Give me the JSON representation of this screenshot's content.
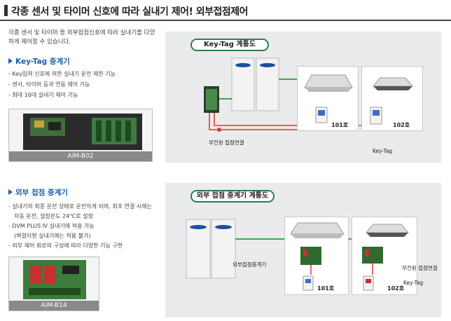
{
  "header": {
    "title": "각종 센서 및 타이머 신호에 따라 실내기 제어! 외부접점제어"
  },
  "intro": "각종 센서 및 타이머 등 외부접점신호에 따라 실내기를 다양하게 제어할 수 있습니다.",
  "section1": {
    "title": "Key-Tag 중계기",
    "bullets": [
      "- Key입력 신호에 의한 실내기 운전 제한 기능",
      "- 센서, 타이머 등과 연동 제어 기능",
      "- 최대 16대 실내기 제어 기능"
    ],
    "product_caption": "AIM-B02",
    "diagram_title": "Key-Tag 계통도",
    "labels": {
      "room1": "101호",
      "room2": "102호",
      "wireless": "무전원 접점연결",
      "keytag": "Key-Tag"
    }
  },
  "section2": {
    "title": "외부 접점 중계기",
    "bullets": [
      "- 실내기의 최종 운전 상태로 운전하게 되며, 최초 연결 시에는",
      "자동 운전, 설정온도 24℃로 설정",
      "- DVM PLUS Ⅳ 실내기에 적용 가능",
      "(벽걸이형 실내기에는 적용 불가)",
      "- 외부 제어 회로의 구성에 따라 다양한 기능 구현"
    ],
    "product_caption": "AIM-B14",
    "diagram_title": "외부 접점 중계기 계통도",
    "labels": {
      "relay": "외부접점중계기",
      "room1": "101호",
      "room2": "102호",
      "wireless": "무전원 접점연결",
      "keytag": "Key-Tag"
    }
  },
  "colors": {
    "accent": "#1a5fa8",
    "line_green": "#3aa655",
    "line_red": "#d63a3a",
    "pill_border": "#2e7d4f",
    "caption_bg": "#8a8a8a"
  }
}
